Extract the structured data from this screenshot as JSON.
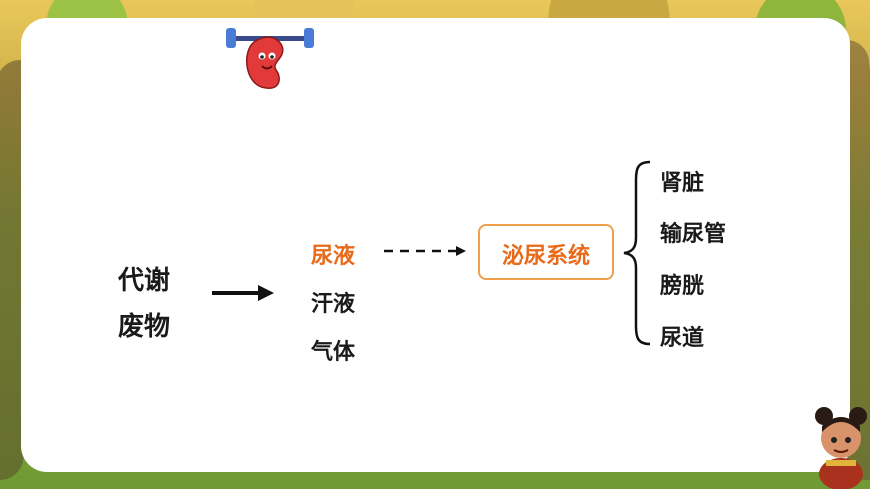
{
  "left_label": {
    "line1": "代谢",
    "line2": "废物"
  },
  "middle_items": [
    "尿液",
    "汗液",
    "气体"
  ],
  "system_label": "泌尿系统",
  "organs": [
    "肾脏",
    "输尿管",
    "膀胱",
    "尿道"
  ],
  "colors": {
    "accent": "#e86a1a",
    "box_border": "#f0a04a",
    "text": "#1a1a1a"
  },
  "icons": [
    "kidney-mascot-icon",
    "cartoon-character-icon"
  ]
}
